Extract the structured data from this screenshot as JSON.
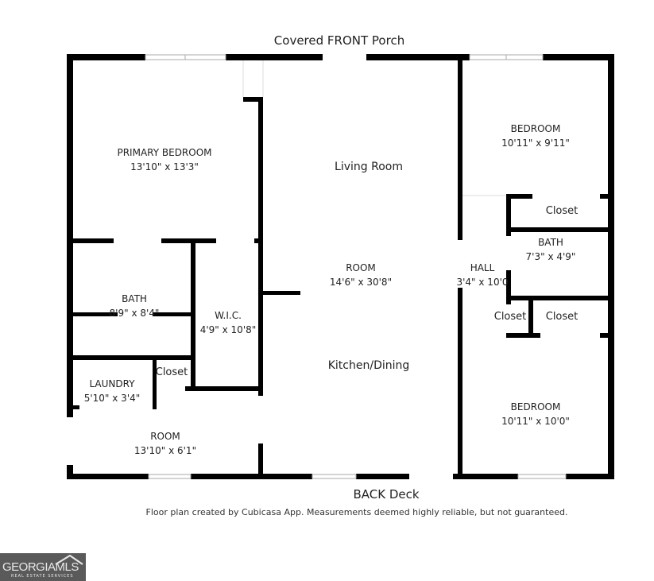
{
  "labels": {
    "front": "Covered FRONT Porch",
    "back": "BACK Deck",
    "disclaimer": "Floor plan created by Cubicasa App. Measurements deemed highly reliable, but not guaranteed."
  },
  "rooms": [
    {
      "name": "PRIMARY BEDROOM",
      "dims": "13'10\" x 13'3\""
    },
    {
      "name": "Living Room",
      "dims": ""
    },
    {
      "name": "ROOM",
      "dims": "14'6\" x 30'8\""
    },
    {
      "name": "Kitchen/Dining",
      "dims": ""
    },
    {
      "name": "BEDROOM",
      "dims": "10'11\" x 9'11\""
    },
    {
      "name": "Closet",
      "dims": ""
    },
    {
      "name": "BATH",
      "dims": "7'3\" x 4'9\""
    },
    {
      "name": "HALL",
      "dims": "3'4\" x 10'0"
    },
    {
      "name": "Closet",
      "dims": ""
    },
    {
      "name": "Closet",
      "dims": ""
    },
    {
      "name": "BEDROOM",
      "dims": "10'11\" x 10'0\""
    },
    {
      "name": "BATH",
      "dims": "8'9\" x 8'4\""
    },
    {
      "name": "W.I.C.",
      "dims": "4'9\" x 10'8\""
    },
    {
      "name": "LAUNDRY",
      "dims": "5'10\" x 3'4\""
    },
    {
      "name": "Closet",
      "dims": ""
    },
    {
      "name": "ROOM",
      "dims": "13'10\" x 6'1\""
    }
  ],
  "logo": {
    "text": "GEORGIAMLS",
    "sub": "REAL ESTATE SERVICES"
  },
  "colors": {
    "wall": "#000000",
    "logo_bg": "#5a5a5a"
  }
}
